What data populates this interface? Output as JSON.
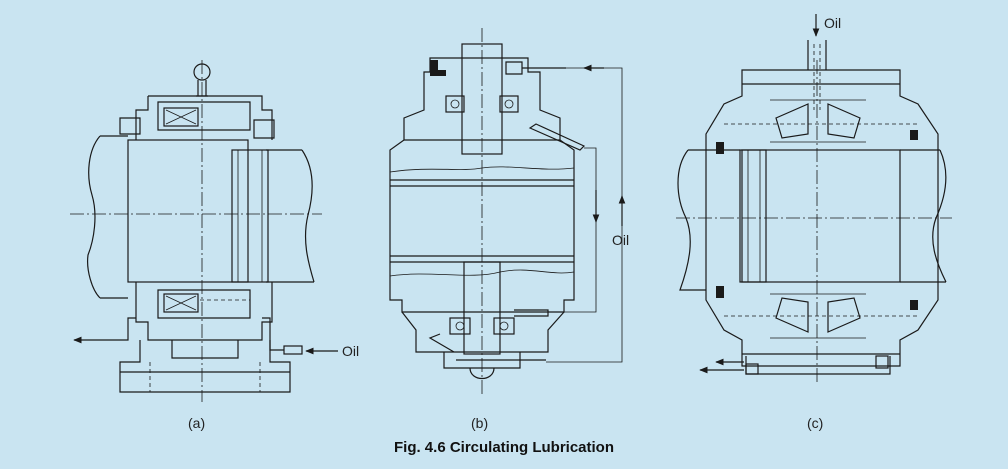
{
  "figure": {
    "caption": "Fig. 4.6 Circulating Lubrication",
    "panels": [
      {
        "label": "(a)",
        "oil_label": "Oil"
      },
      {
        "label": "(b)",
        "oil_label": "Oil"
      },
      {
        "label": "(c)",
        "oil_label": "Oil"
      }
    ],
    "colors": {
      "background": "#c9e4f1",
      "line": "#1a1a1a"
    }
  }
}
